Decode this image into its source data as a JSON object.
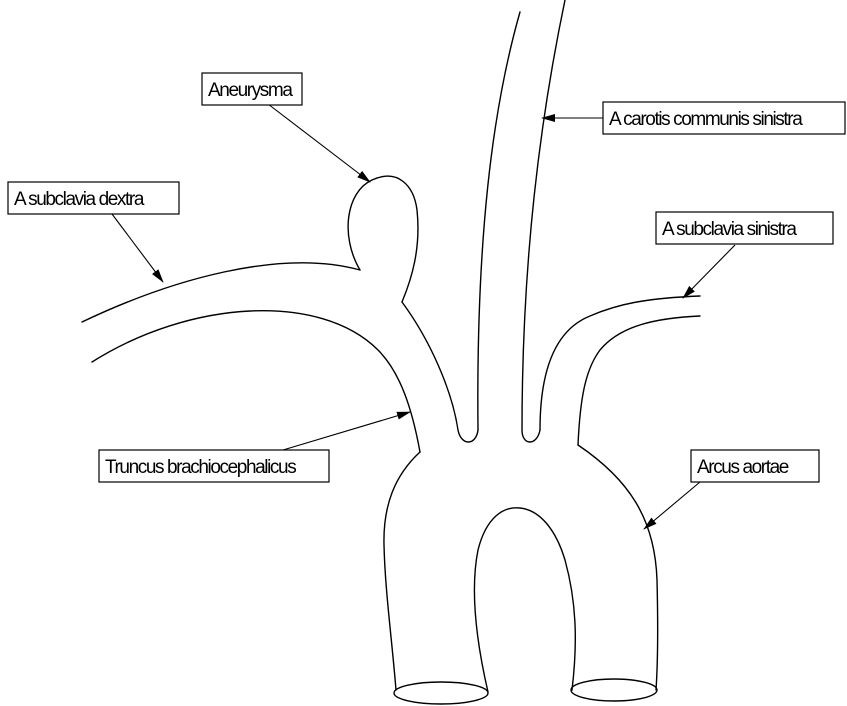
{
  "labels": {
    "aneurysma": "Aneurysma",
    "carotis": "A carotis communis sinistra",
    "subclavia_dextra": "A subclavia dextra",
    "subclavia_sinistra": "A subclavia sinistra",
    "truncus": "Truncus brachiocephalicus",
    "arcus": "Arcus aortae"
  },
  "colors": {
    "line": "#000000",
    "background": "#ffffff"
  }
}
